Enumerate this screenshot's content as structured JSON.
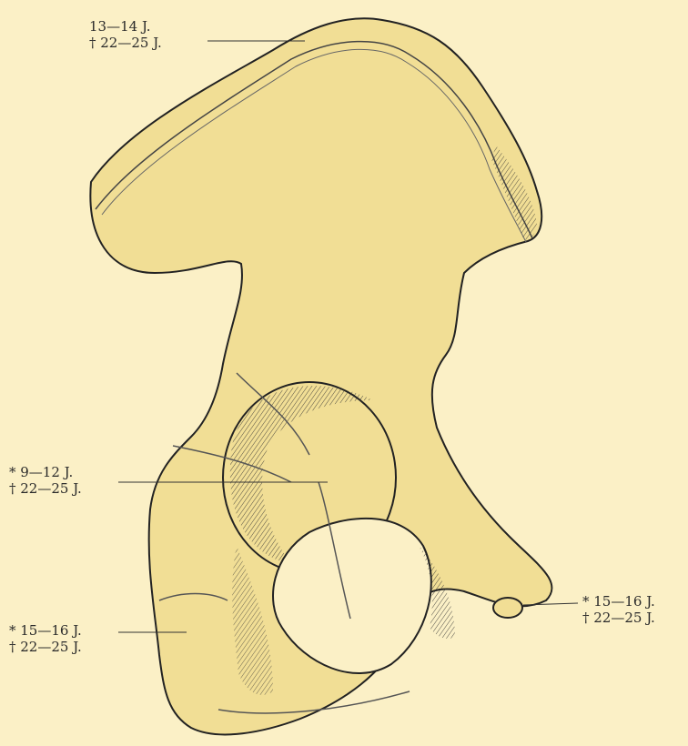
{
  "labels": {
    "top": {
      "line1": "13—14 J.",
      "line2": "† 22—25 J."
    },
    "acetabulum": {
      "line1": "* 9—12 J.",
      "line2": "† 22—25 J."
    },
    "spine": {
      "line1": "* 15—16 J.",
      "line2": "† 22—25 J."
    },
    "ischium": {
      "line1": "* 15—16 J.",
      "line2": "† 22—25 J."
    }
  },
  "colors": {
    "bone": "#f1de95",
    "background": "#fbf0c6",
    "ink": "#2a2a2a"
  }
}
